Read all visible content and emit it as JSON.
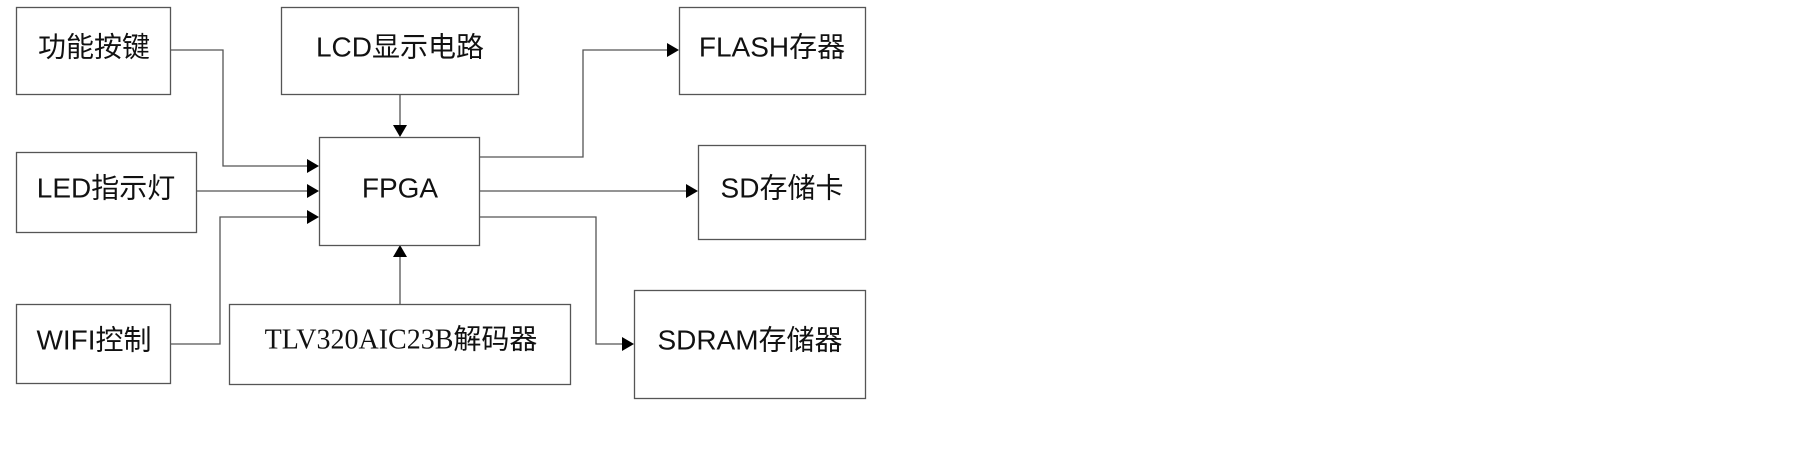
{
  "diagram": {
    "title": "",
    "blocks": {
      "keys": {
        "label": "功能按键"
      },
      "lcd": {
        "label": "LCD显示电路"
      },
      "flash": {
        "label": "FLASH存器"
      },
      "led": {
        "label": "LED指示灯"
      },
      "fpga": {
        "label": "FPGA"
      },
      "sd": {
        "label": "SD存储卡"
      },
      "wifi": {
        "label": "WIFI控制"
      },
      "codec": {
        "label": "TLV320AIC23B解码器"
      },
      "sdram": {
        "label": "SDRAM存储器"
      }
    },
    "connections": [
      {
        "from": "功能按键",
        "to": "FPGA"
      },
      {
        "from": "LED指示灯",
        "to": "FPGA"
      },
      {
        "from": "WIFI控制",
        "to": "FPGA"
      },
      {
        "from": "LCD显示电路",
        "to": "FPGA"
      },
      {
        "from": "TLV320AIC23B解码器",
        "to": "FPGA"
      },
      {
        "from": "FPGA",
        "to": "FLASH存器"
      },
      {
        "from": "FPGA",
        "to": "SD存储卡"
      },
      {
        "from": "FPGA",
        "to": "SDRAM存储器"
      }
    ],
    "colors": {
      "line": "#555555",
      "arrow": "#000000",
      "text": "#111111",
      "background": "#ffffff"
    }
  }
}
